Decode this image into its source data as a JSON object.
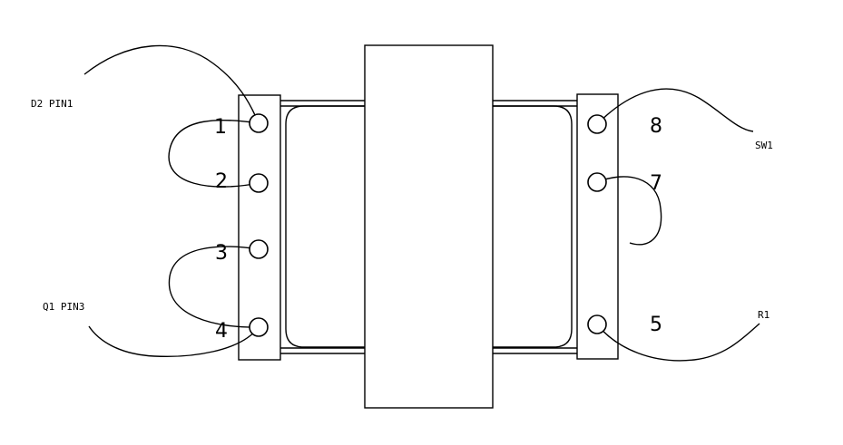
{
  "diagram": {
    "left_pins": [
      "1",
      "2",
      "3",
      "4"
    ],
    "right_pins": [
      "8",
      "7",
      "5"
    ],
    "labels": {
      "d2_pin1": "D2 PIN1",
      "q1_pin3": "Q1 PIN3",
      "sw1": "SW1",
      "r1": "R1"
    }
  },
  "colors": {
    "line": "#000000",
    "background": "#ffffff"
  }
}
